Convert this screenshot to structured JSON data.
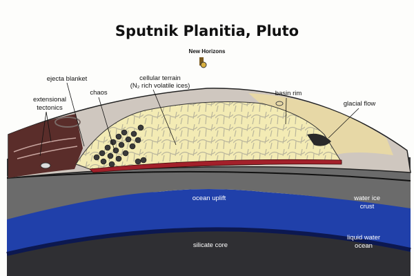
{
  "title": "Sputnik Planitia, Pluto",
  "spacecraft": "New Horizons",
  "labels": {
    "ejecta_blanket": "ejecta blanket",
    "extensional_tectonics": [
      "extensional",
      "tectonics"
    ],
    "chaos": "chaos",
    "cellular_terrain": [
      "cellular terrain",
      "(N₂ rich volatile ices)"
    ],
    "basin_rim": "basin rim",
    "glacial_flow": "glacial flow",
    "ocean_uplift": "ocean uplift",
    "water_ice_crust": [
      "water ice",
      "crust"
    ],
    "liquid_water_ocean": [
      "liquid water",
      "ocean"
    ],
    "silicate_core": "silicate core"
  },
  "colors": {
    "ocean": "#1f3fa8",
    "crust": "#5e5e5e",
    "cellular": "#f1e6a6",
    "red_layer": "#a3202a",
    "brown": "#5a2d2a"
  }
}
